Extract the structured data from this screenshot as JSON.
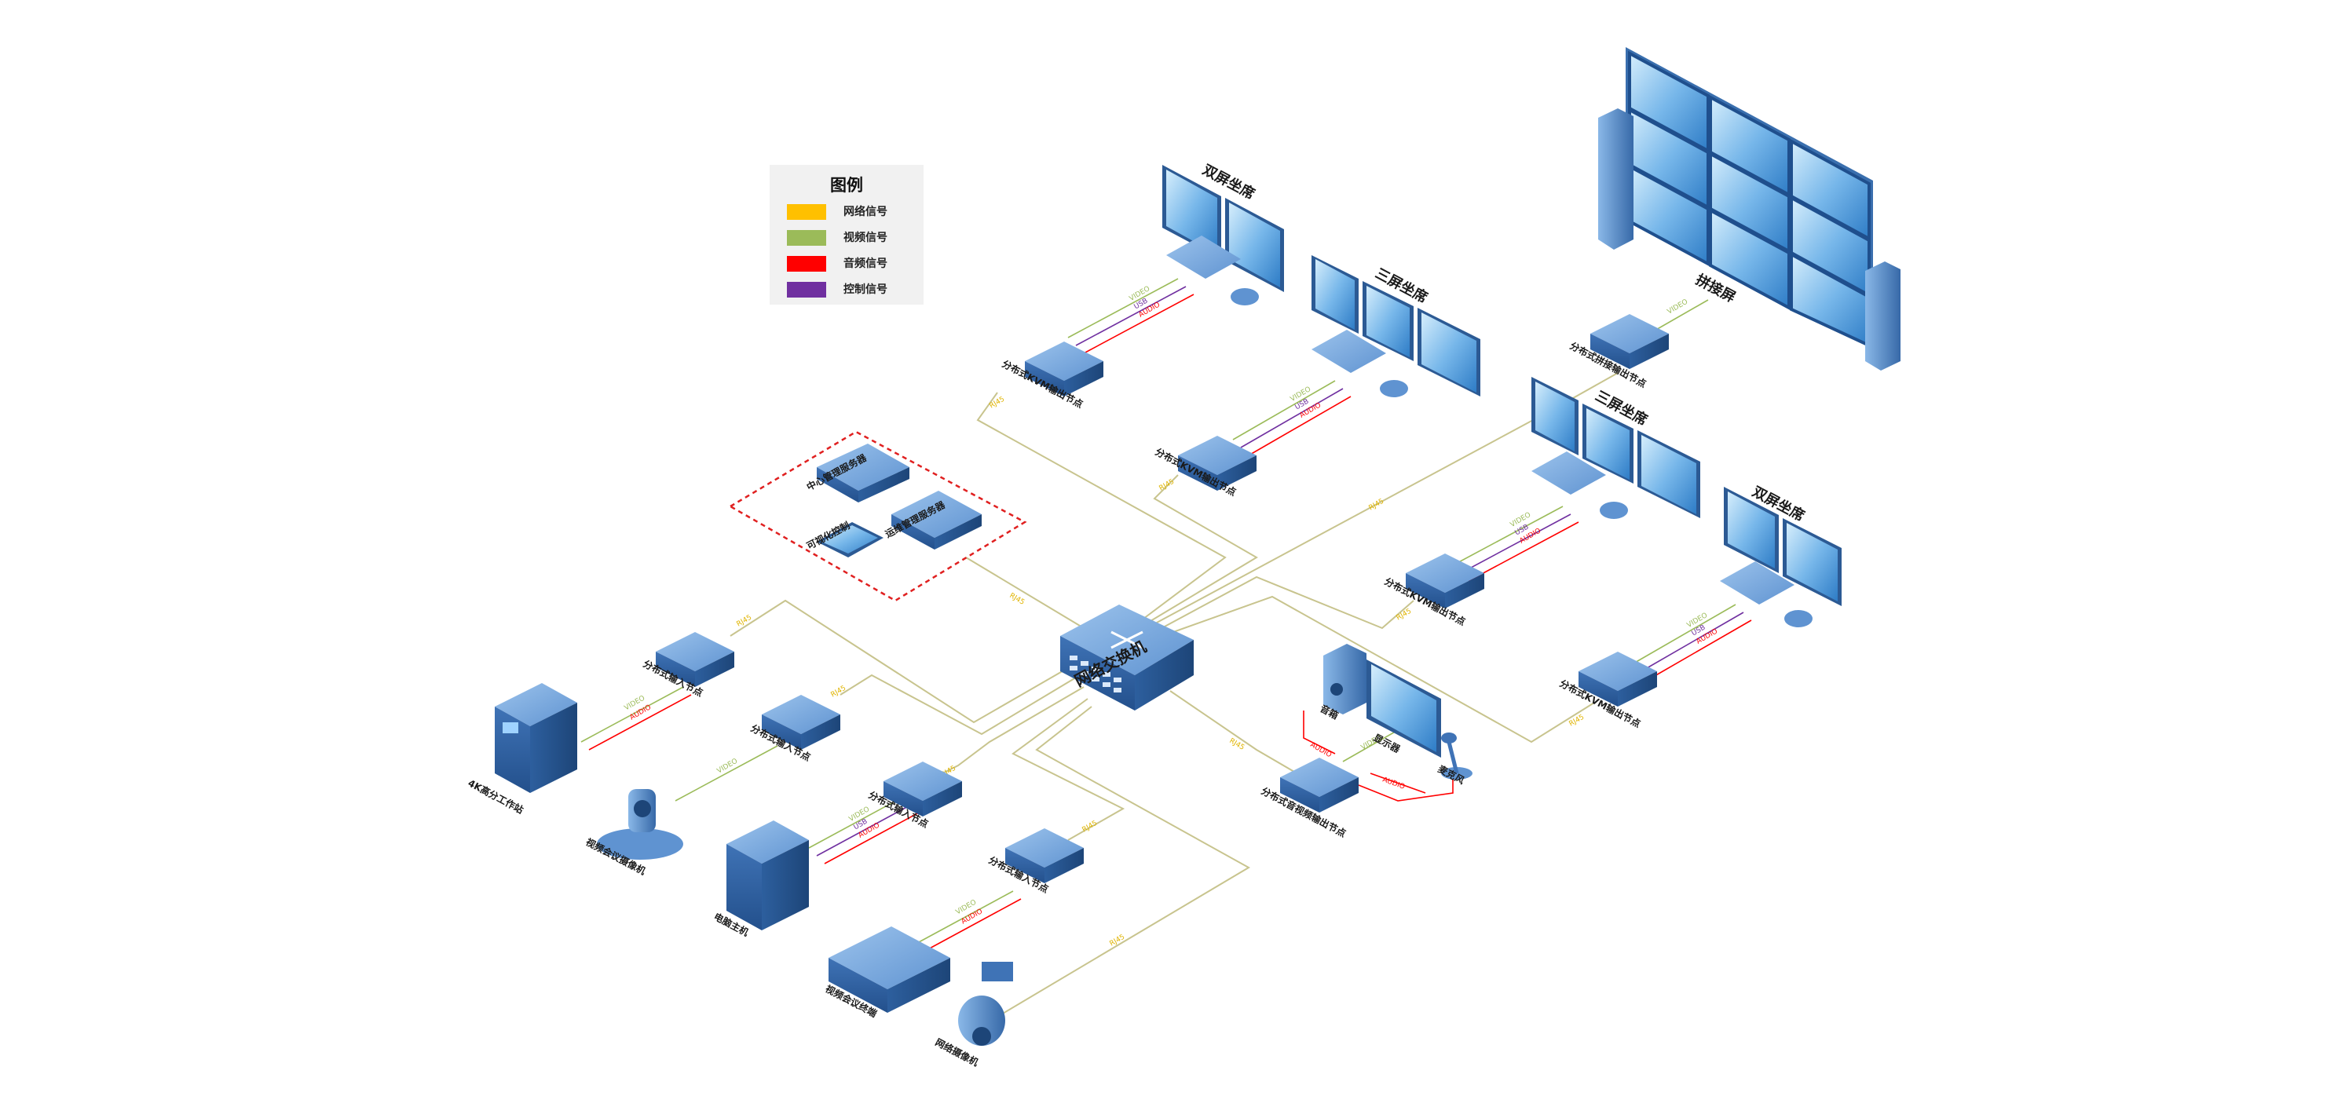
{
  "legend": {
    "title": "图例",
    "items": [
      {
        "label": "网络信号",
        "color": "#ffc000"
      },
      {
        "label": "视频信号",
        "color": "#9bbb59"
      },
      {
        "label": "音频信号",
        "color": "#ff0000"
      },
      {
        "label": "控制信号",
        "color": "#7030a0"
      }
    ]
  },
  "colors": {
    "network_line": "#c8c48e",
    "control_group_border": "#e02020",
    "device_blue": "#3f73b6"
  },
  "labels": {
    "switch": "网络交换机",
    "central_server": "中心管理服务器",
    "ops_server": "运维管理服务器",
    "visual_control": "可视化控制",
    "seat_dual_top": "双屏坐席",
    "seat_triple_top": "三屏坐席",
    "seat_triple_right": "三屏坐席",
    "seat_dual_right": "双屏坐席",
    "video_wall": "拼接屏",
    "kvm_out_1": "分布式KVM输出节点",
    "kvm_out_2": "分布式KVM输出节点",
    "kvm_out_3": "分布式KVM输出节点",
    "kvm_out_4": "分布式KVM输出节点",
    "splice_out": "分布式拼接输出节点",
    "in_node_1": "分布式输入节点",
    "in_node_2": "分布式输入节点",
    "in_node_3": "分布式输入节点",
    "in_node_4": "分布式输入节点",
    "workstation": "4K高分工作站",
    "conf_camera": "视频会议摄像机",
    "pc_host": "电脑主机",
    "conf_terminal": "视频会议终端",
    "net_camera": "网络摄像机",
    "av_out": "分布式音视频输出节点",
    "speaker": "音箱",
    "display": "显示器",
    "microphone": "麦克风"
  },
  "signal_tags": {
    "video": "VIDEO",
    "usb": "USB",
    "audio": "AUDIO",
    "network": "RJ45"
  }
}
